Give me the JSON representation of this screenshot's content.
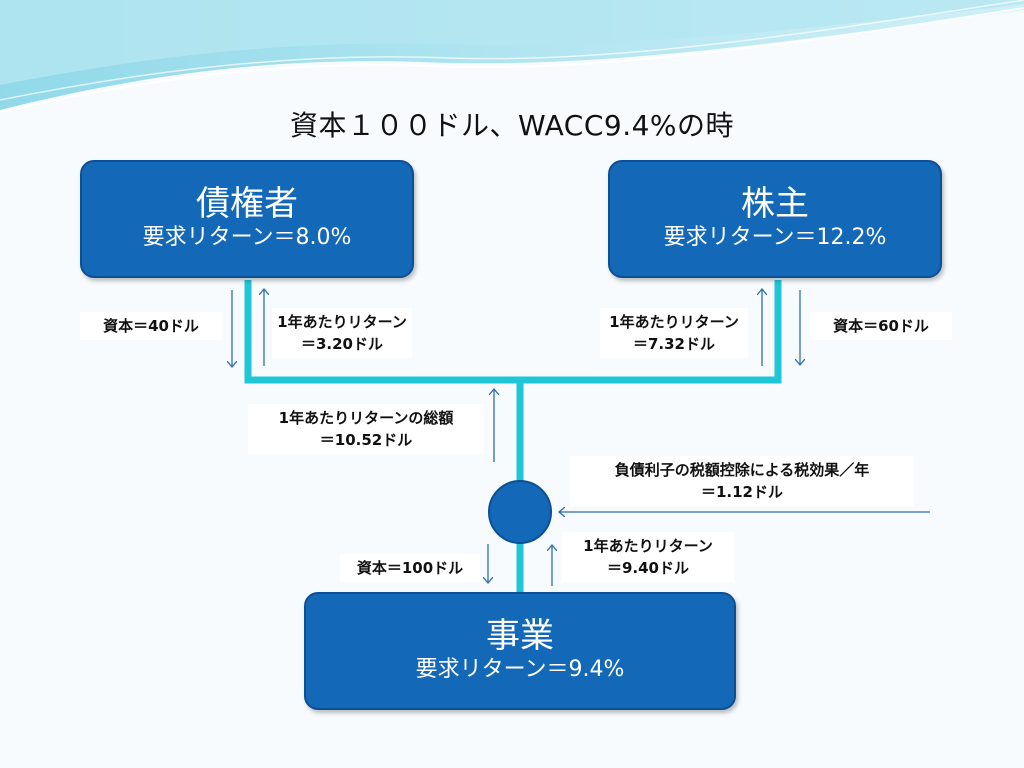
{
  "title": "資本１００ドル、WACC9.4%の時",
  "creditor": {
    "name": "債権者",
    "required_return": "要求リターン＝8.0%"
  },
  "shareholder": {
    "name": "株主",
    "required_return": "要求リターン＝12.2%"
  },
  "business": {
    "name": "事業",
    "required_return": "要求リターン＝9.4%"
  },
  "labels": {
    "creditor_capital": "資本＝40ドル",
    "creditor_return_l1": "1年あたりリターン",
    "creditor_return_l2": "＝3.20ドル",
    "shareholder_return_l1": "1年あたりリターン",
    "shareholder_return_l2": "＝7.32ドル",
    "shareholder_capital": "資本＝60ドル",
    "total_return_l1": "1年あたりリターンの総額",
    "total_return_l2": "＝10.52ドル",
    "tax_shield_l1": "負債利子の税額控除による税効果／年",
    "tax_shield_l2": "＝1.12ドル",
    "business_capital": "資本＝100ドル",
    "business_return_l1": "1年あたりリターン",
    "business_return_l2": "＝9.40ドル"
  },
  "colors": {
    "box_fill": "#1368b8",
    "connector": "#1fc7d6",
    "arrow": "#2f6ea8"
  }
}
